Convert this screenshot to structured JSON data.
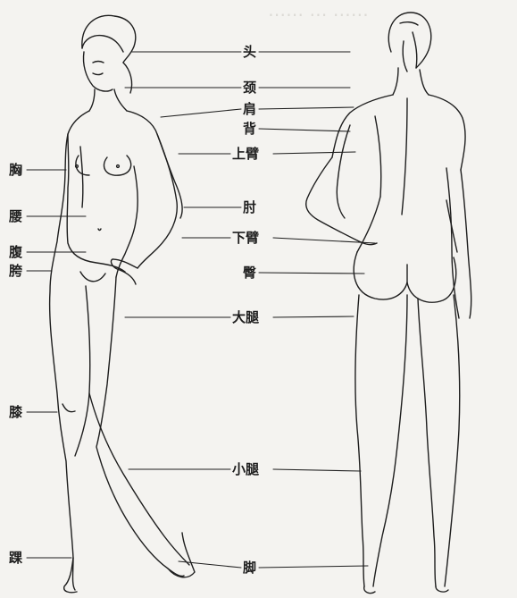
{
  "labels": {
    "tou": "头",
    "jing": "颈",
    "jian": "肩",
    "bei": "背",
    "shangbi": "上臂",
    "zhou": "肘",
    "xiabi": "下臂",
    "tun": "臀",
    "datui": "大腿",
    "xiaotui": "小腿",
    "jiao": "脚",
    "xiong": "胸",
    "yao": "腰",
    "fu": "腹",
    "kua": "胯",
    "xi": "膝",
    "huai": "踝"
  },
  "colors": {
    "ink": "#1e1e1e",
    "paper": "#f4f3f0",
    "bleed": "#dcdad5"
  }
}
